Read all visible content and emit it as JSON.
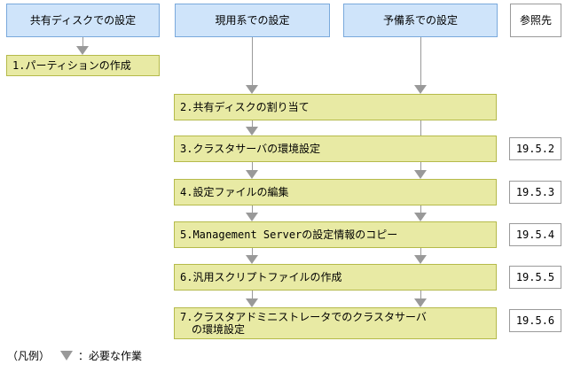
{
  "columns": {
    "shared_disk": "共有ディスクでの設定",
    "active_system": "現用系での設定",
    "standby_system": "予備系での設定",
    "reference": "参照先"
  },
  "steps": [
    {
      "label": "1.パーティションの作成",
      "label2": "",
      "ref": ""
    },
    {
      "label": "2.共有ディスクの割り当て",
      "label2": "",
      "ref": ""
    },
    {
      "label": "3.クラスタサーバの環境設定",
      "label2": "",
      "ref": "19.5.2"
    },
    {
      "label": "4.設定ファイルの編集",
      "label2": "",
      "ref": "19.5.3"
    },
    {
      "label": "5.Management Serverの設定情報のコピー",
      "label2": "",
      "ref": "19.5.4"
    },
    {
      "label": "6.汎用スクリプトファイルの作成",
      "label2": "",
      "ref": "19.5.5"
    },
    {
      "label": "7.クラスタアドミニストレータでのクラスタサーバ",
      "label2": "の環境設定",
      "ref": "19.5.6"
    }
  ],
  "legend": {
    "prefix": "（凡例）",
    "marker": "required-work-arrow",
    "label": "：必要な作業"
  },
  "colors": {
    "header_fill": "#cfe4fa",
    "header_border": "#7aa9dc",
    "step_fill": "#e8eaa4",
    "step_border": "#b5ba4a",
    "reference_border": "#9a9a9a",
    "arrow_gray": "#999999"
  }
}
